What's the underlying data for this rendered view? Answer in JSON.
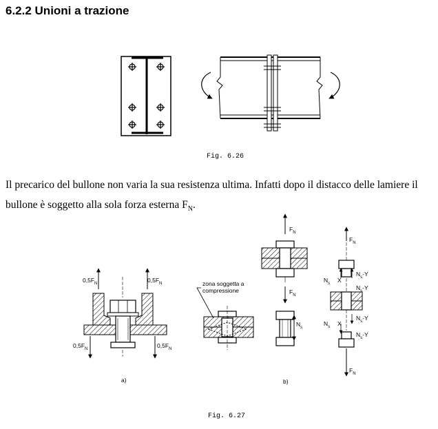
{
  "section": {
    "heading": "6.2.2 Unioni a trazione"
  },
  "figure_26": {
    "caption": "Fig. 6.26"
  },
  "paragraph": {
    "line1": "Il precarico del bullone non varia la sua resistenza ultima. Infatti dopo il distacco delle lamiere il",
    "line2_pre": "bullone è soggetto alla sola forza esterna F",
    "line2_sub": "N",
    "line2_post": "."
  },
  "figure_27": {
    "caption": "Fig. 6.27",
    "label_a": "a)",
    "label_b": "b)",
    "force_half_base": "0,5F",
    "force_sub": "N",
    "force_base": "F",
    "zone_label_line1": "zona soggetta a",
    "zone_label_line2": "compressione",
    "ns_base": "N",
    "ns_sub": "s",
    "ns_minus_y": "-Y",
    "x_label": "X"
  }
}
